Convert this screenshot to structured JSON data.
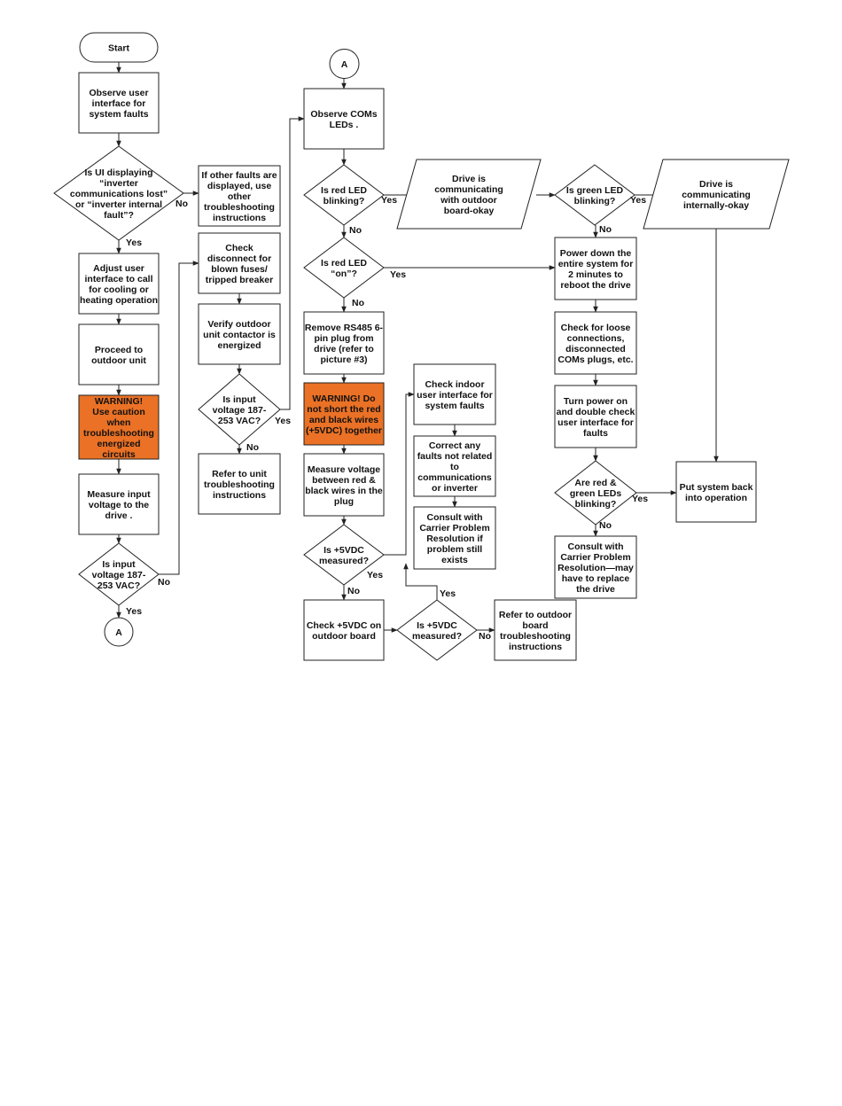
{
  "colors": {
    "warning_fill": "#ea7125",
    "stroke": "#222222",
    "text": "#111111"
  },
  "labels": {
    "yes": "Yes",
    "no": "No"
  },
  "nodes": {
    "start": [
      "Start"
    ],
    "observe_ui": [
      "Observe user",
      "interface for",
      "system faults"
    ],
    "ui_displaying": [
      "Is UI displaying",
      "“inverter",
      "communications lost”",
      "or “inverter internal",
      "fault”?"
    ],
    "other_faults": [
      "If other faults are",
      "displayed, use",
      "other",
      "troubleshooting",
      "instructions"
    ],
    "adjust_ui": [
      "Adjust user",
      "interface to call",
      "for cooling or",
      "heating operation"
    ],
    "proceed_outdoor": [
      "Proceed to",
      "outdoor unit"
    ],
    "warning_caution": [
      "WARNING!",
      "Use caution",
      "when",
      "troubleshooting",
      "energized",
      "circuits"
    ],
    "measure_input": [
      "Measure input",
      "voltage to the",
      "drive ."
    ],
    "input_voltage_1": [
      "Is input",
      "voltage 187-",
      "253 VAC?"
    ],
    "connector_a_bottom": [
      "A"
    ],
    "check_disconnect": [
      "Check",
      "disconnect for",
      "blown fuses/",
      "tripped breaker"
    ],
    "verify_contactor": [
      "Verify outdoor",
      "unit contactor is",
      "energized"
    ],
    "input_voltage_2": [
      "Is input",
      "voltage 187-",
      "253 VAC?"
    ],
    "refer_unit": [
      "Refer to unit",
      "troubleshooting",
      "instructions"
    ],
    "connector_a_top": [
      "A"
    ],
    "observe_coms": [
      "Observe COMs",
      "LEDs ."
    ],
    "red_led_blinking": [
      "Is red LED",
      "blinking?"
    ],
    "drive_comm_outdoor": [
      "Drive is",
      "communicating",
      "with outdoor",
      "board-okay"
    ],
    "green_led_blinking": [
      "Is green LED",
      "blinking?"
    ],
    "drive_comm_internal": [
      "Drive is",
      "communicating",
      "internally-okay"
    ],
    "red_led_on": [
      "Is red LED",
      "“on”?"
    ],
    "power_down": [
      "Power down the",
      "entire system for",
      "2 minutes to",
      "reboot the drive"
    ],
    "remove_rs485": [
      "Remove RS485 6-",
      "pin plug from",
      "drive (refer to",
      "picture #3)"
    ],
    "check_loose": [
      "Check for loose",
      "connections,",
      "disconnected",
      "COMs plugs, etc."
    ],
    "check_indoor": [
      "Check indoor",
      "user interface for",
      "system faults"
    ],
    "warning_short": [
      "WARNING! Do",
      "not short the red",
      "and black wires",
      "(+5VDC) together"
    ],
    "turn_power_on": [
      "Turn power on",
      "and double check",
      "user interface for",
      "faults"
    ],
    "correct_faults": [
      "Correct any",
      "faults not related",
      "to",
      "communications",
      "or inverter"
    ],
    "measure_voltage": [
      "Measure voltage",
      "between red &",
      "black wires in the",
      "plug"
    ],
    "red_green_blinking": [
      "Are red &",
      "green LEDs",
      "blinking?"
    ],
    "put_back": [
      "Put system back",
      "into operation"
    ],
    "consult_1": [
      "Consult with",
      "Carrier Problem",
      "Resolution if",
      "problem still",
      "exists"
    ],
    "vdc_measured_1": [
      "Is +5VDC",
      "measured?"
    ],
    "consult_2": [
      "Consult with",
      "Carrier Problem",
      "Resolution—may",
      "have to replace",
      "the drive"
    ],
    "check_5vdc": [
      "Check +5VDC on",
      "outdoor board"
    ],
    "vdc_measured_2": [
      "Is +5VDC",
      "measured?"
    ],
    "refer_outdoor": [
      "Refer to outdoor",
      "board",
      "troubleshooting",
      "instructions"
    ]
  }
}
